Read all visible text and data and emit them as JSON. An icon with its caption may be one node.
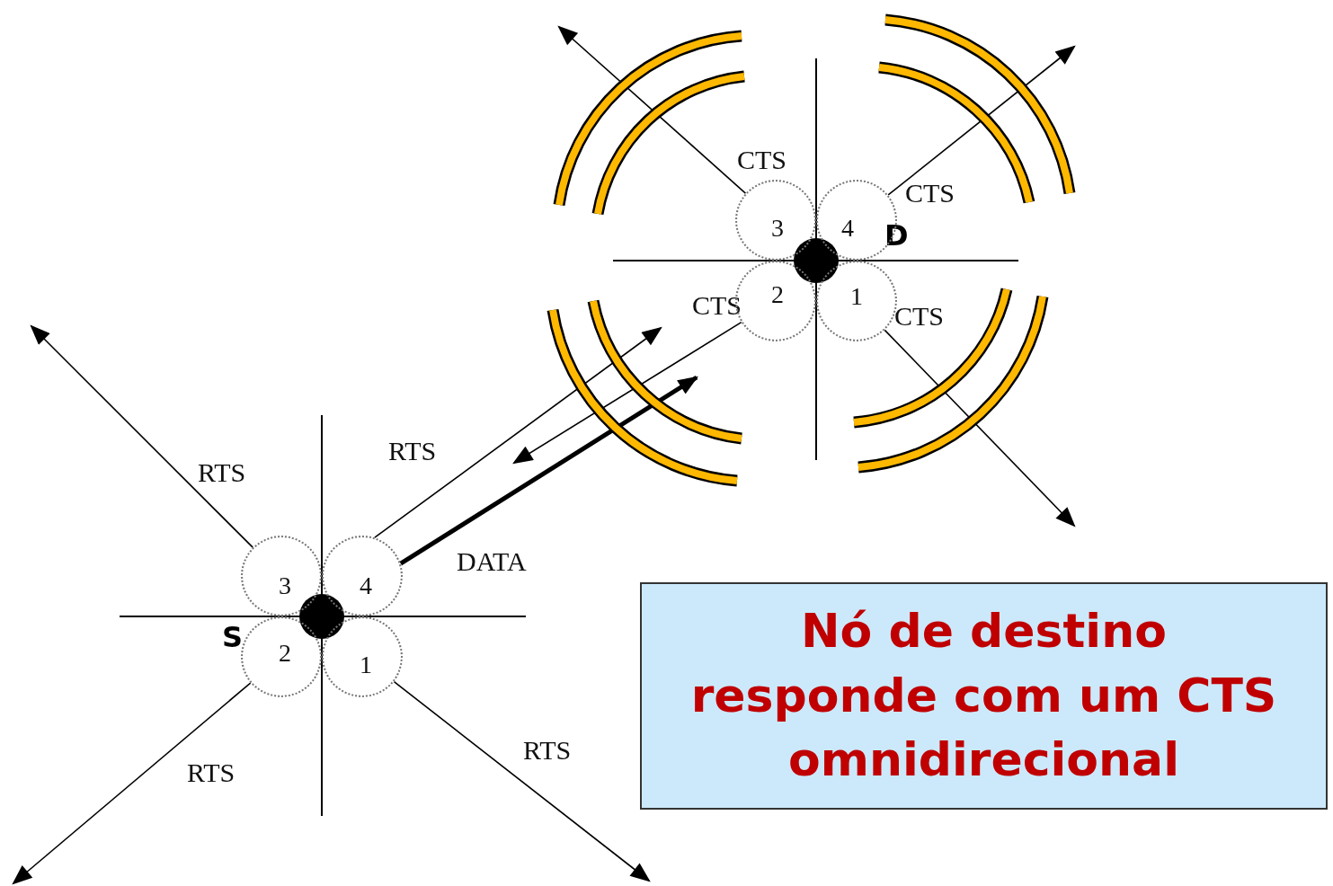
{
  "diagram": {
    "nodes": [
      {
        "text": [],
        "shape": "circle"
      },
      {
        "text": [
          "3"
        ]
      },
      {
        "text": [
          "4"
        ]
      },
      {
        "text": [
          "2"
        ]
      },
      {
        "text": [
          "1"
        ]
      },
      {
        "text": [],
        "shape": "circle"
      },
      {
        "text": [
          "3"
        ]
      },
      {
        "text": [
          "4"
        ]
      },
      {
        "text": [
          "2"
        ]
      },
      {
        "text": [
          "1"
        ]
      },
      {
        "text": [
          "Nó de destino responde com um CTS omnidirecional"
        ]
      }
    ],
    "edges": [
      {
        "from": 1,
        "to": null,
        "arrow": "to",
        "label": "CTS"
      },
      {
        "from": 2,
        "to": null,
        "arrow": "to",
        "label": "CTS"
      },
      {
        "from": 3,
        "to": null,
        "arrow": "to",
        "label": "CTS"
      },
      {
        "from": 4,
        "to": null,
        "arrow": "to",
        "label": "CTS"
      },
      {
        "from": 6,
        "to": null,
        "arrow": "to",
        "label": "RTS"
      },
      {
        "from": 7,
        "to": null,
        "arrow": "to",
        "label": "RTS"
      },
      {
        "from": 7,
        "to": null,
        "arrow": "to",
        "label": "DATA",
        "style": "thick"
      },
      {
        "from": 8,
        "to": null,
        "arrow": "to",
        "label": "RTS"
      },
      {
        "from": 9,
        "to": null,
        "arrow": "to",
        "label": "RTS"
      }
    ],
    "labels": [
      "D",
      "S"
    ]
  }
}
